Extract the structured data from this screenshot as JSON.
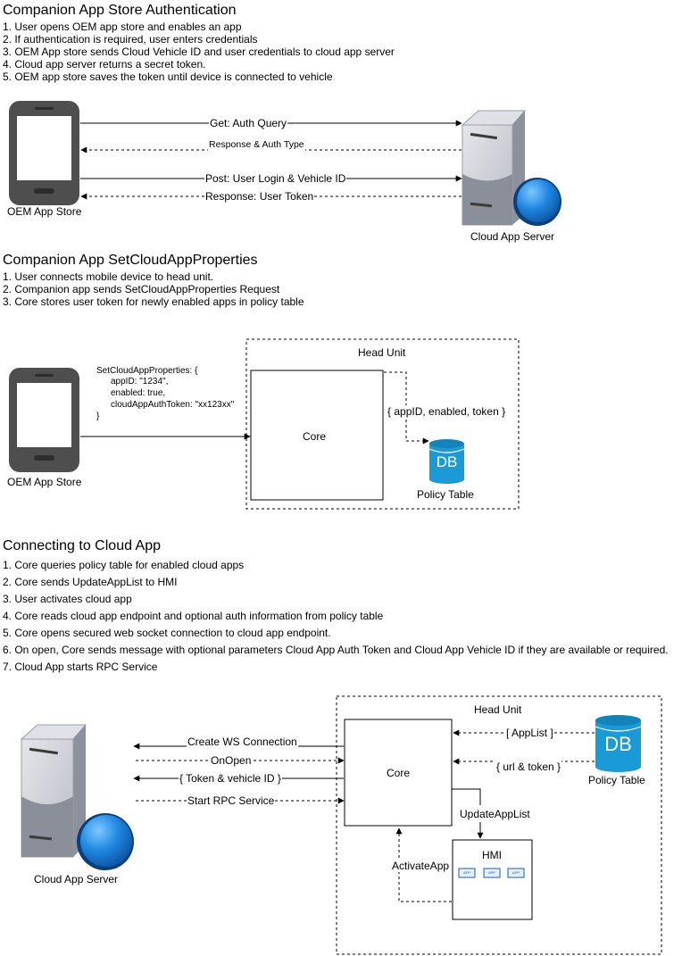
{
  "sec1": {
    "title": "Companion App Store Authentication",
    "steps": [
      "1. User opens OEM app store and enables an app",
      "2. If authentication is required, user enters credentials",
      "3. OEM App store sends Cloud Vehicle ID and user credentials to cloud app server",
      "4. Cloud app server returns a secret token.",
      "5. OEM app store saves the token until device is connected to vehicle"
    ],
    "phone_label": "OEM App Store",
    "server_label": "Cloud App Server",
    "arrows": [
      "Get: Auth Query",
      "Response & Auth Type",
      "Post:  User Login & Vehicle ID",
      "Response: User Token"
    ]
  },
  "sec2": {
    "title": "Companion App SetCloudAppProperties",
    "steps": [
      "1. User connects mobile device to head unit.",
      "2. Companion app sends SetCloudAppProperties Request",
      "3. Core stores user token for newly enabled apps in policy table"
    ],
    "phone_label": "OEM App Store",
    "request_lines": [
      "SetCloudAppProperties: {",
      "appID: \"1234\",",
      "enabled: true,",
      "cloudAppAuthToken: \"xx123xx\"",
      "}"
    ],
    "head_unit_label": "Head Unit",
    "core_label": "Core",
    "policy_arrow_label": "{ appID, enabled, token }",
    "db_text": "DB",
    "policy_label": "Policy Table"
  },
  "sec3": {
    "title": "Connecting to Cloud App",
    "steps": [
      "1. Core queries policy table for enabled cloud apps",
      "2. Core sends UpdateAppList to HMI",
      "3. User activates cloud app",
      "4. Core reads cloud app endpoint and optional auth information from policy table",
      "5. Core opens secured web socket connection to cloud app endpoint.",
      "6. On open, Core sends message with optional parameters Cloud App Auth Token and Cloud App Vehicle ID if they are available or required.",
      "7. Cloud App starts RPC Service"
    ],
    "server_label": "Cloud App Server",
    "head_unit_label": "Head Unit",
    "core_label": "Core",
    "arrows": [
      "Create WS Connection",
      "OnOpen",
      "{ Token & vehicle ID }",
      "Start RPC Service"
    ],
    "applist_label": "[ AppList ]",
    "url_token_label": "{ url & token }",
    "db_text": "DB",
    "policy_label": "Policy Table",
    "update_label": "UpdateAppList",
    "activate_label": "ActivateApp",
    "hmi_label": "HMI",
    "app_icon_text": "APP"
  },
  "colors": {
    "phone_body": "#555555",
    "db_blue": "#1a9ad6",
    "server_light": "#c8cbd3",
    "server_dark": "#8b8f9a",
    "globe": "#1b74c9"
  }
}
